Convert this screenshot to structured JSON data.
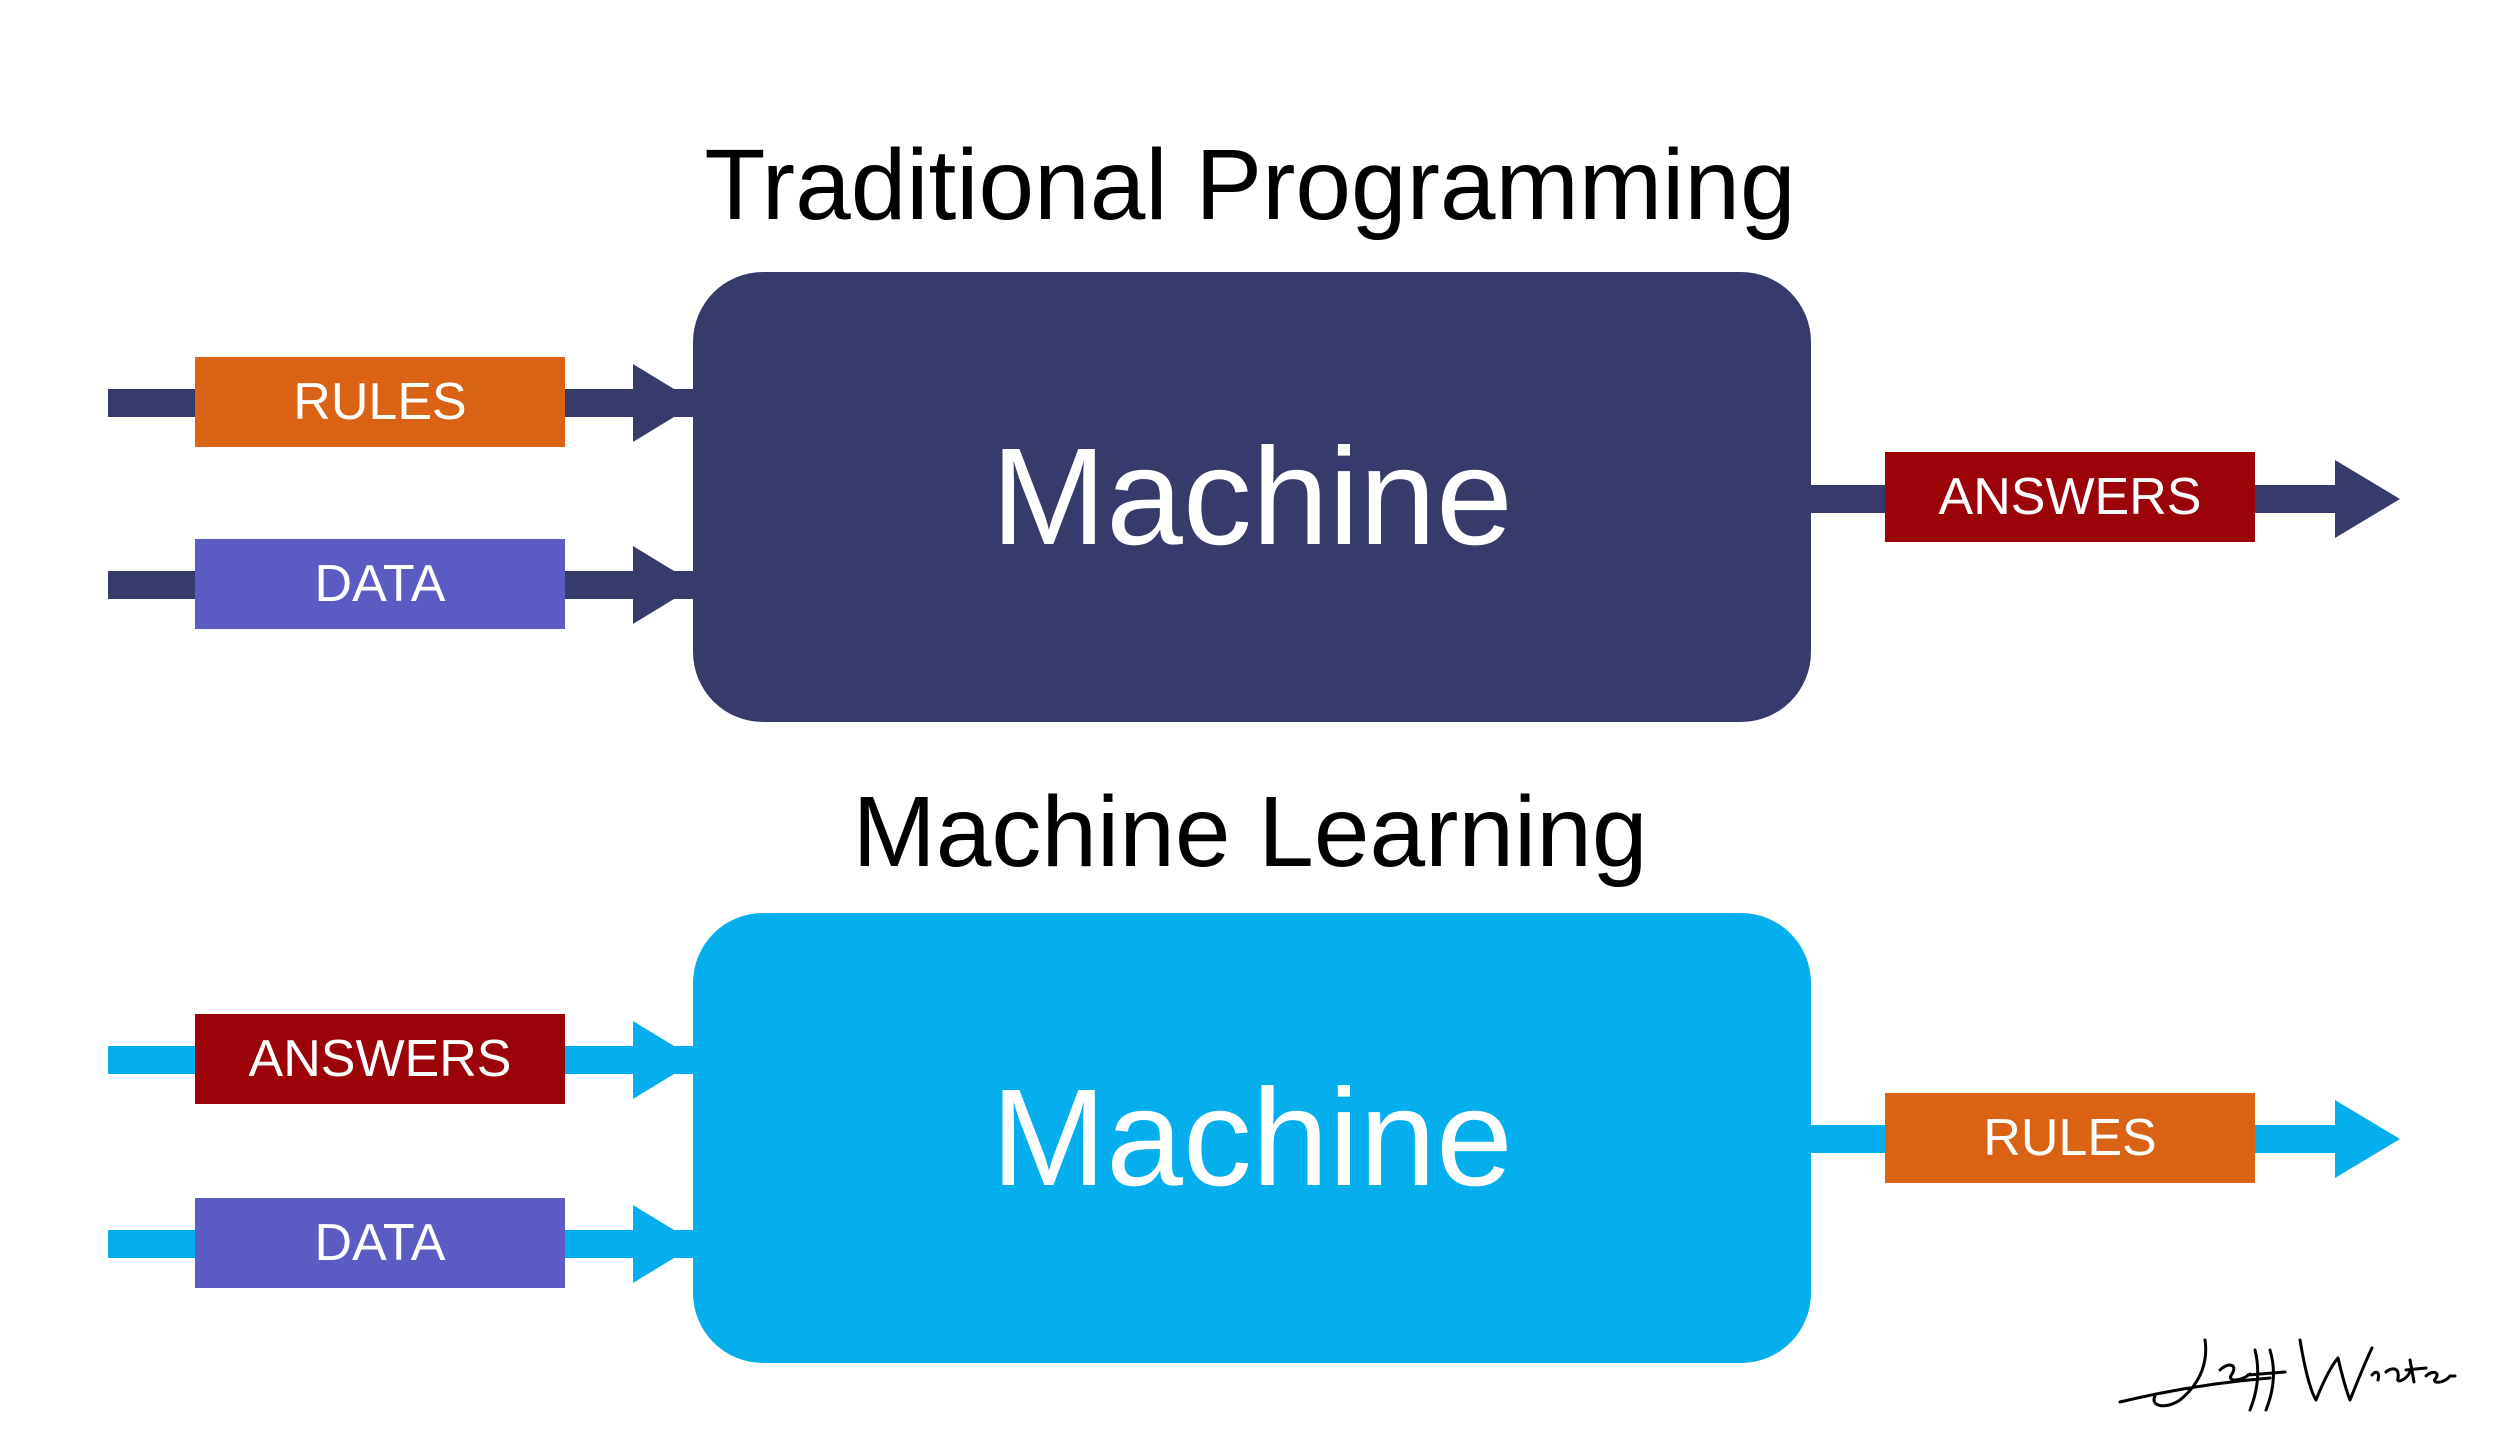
{
  "colors": {
    "traditional": "#363B6B",
    "ml": "#05AFEE",
    "rules": "#D96214",
    "data": "#5C5BC4",
    "answers": "#9B0309"
  },
  "traditional": {
    "title": "Traditional Programming",
    "machine_label": "Machine",
    "inputs": [
      "RULES",
      "DATA"
    ],
    "output": "ANSWERS"
  },
  "ml": {
    "title": "Machine Learning",
    "machine_label": "Machine",
    "inputs": [
      "ANSWERS",
      "DATA"
    ],
    "output": "RULES"
  },
  "signature": "Jeff Winter"
}
